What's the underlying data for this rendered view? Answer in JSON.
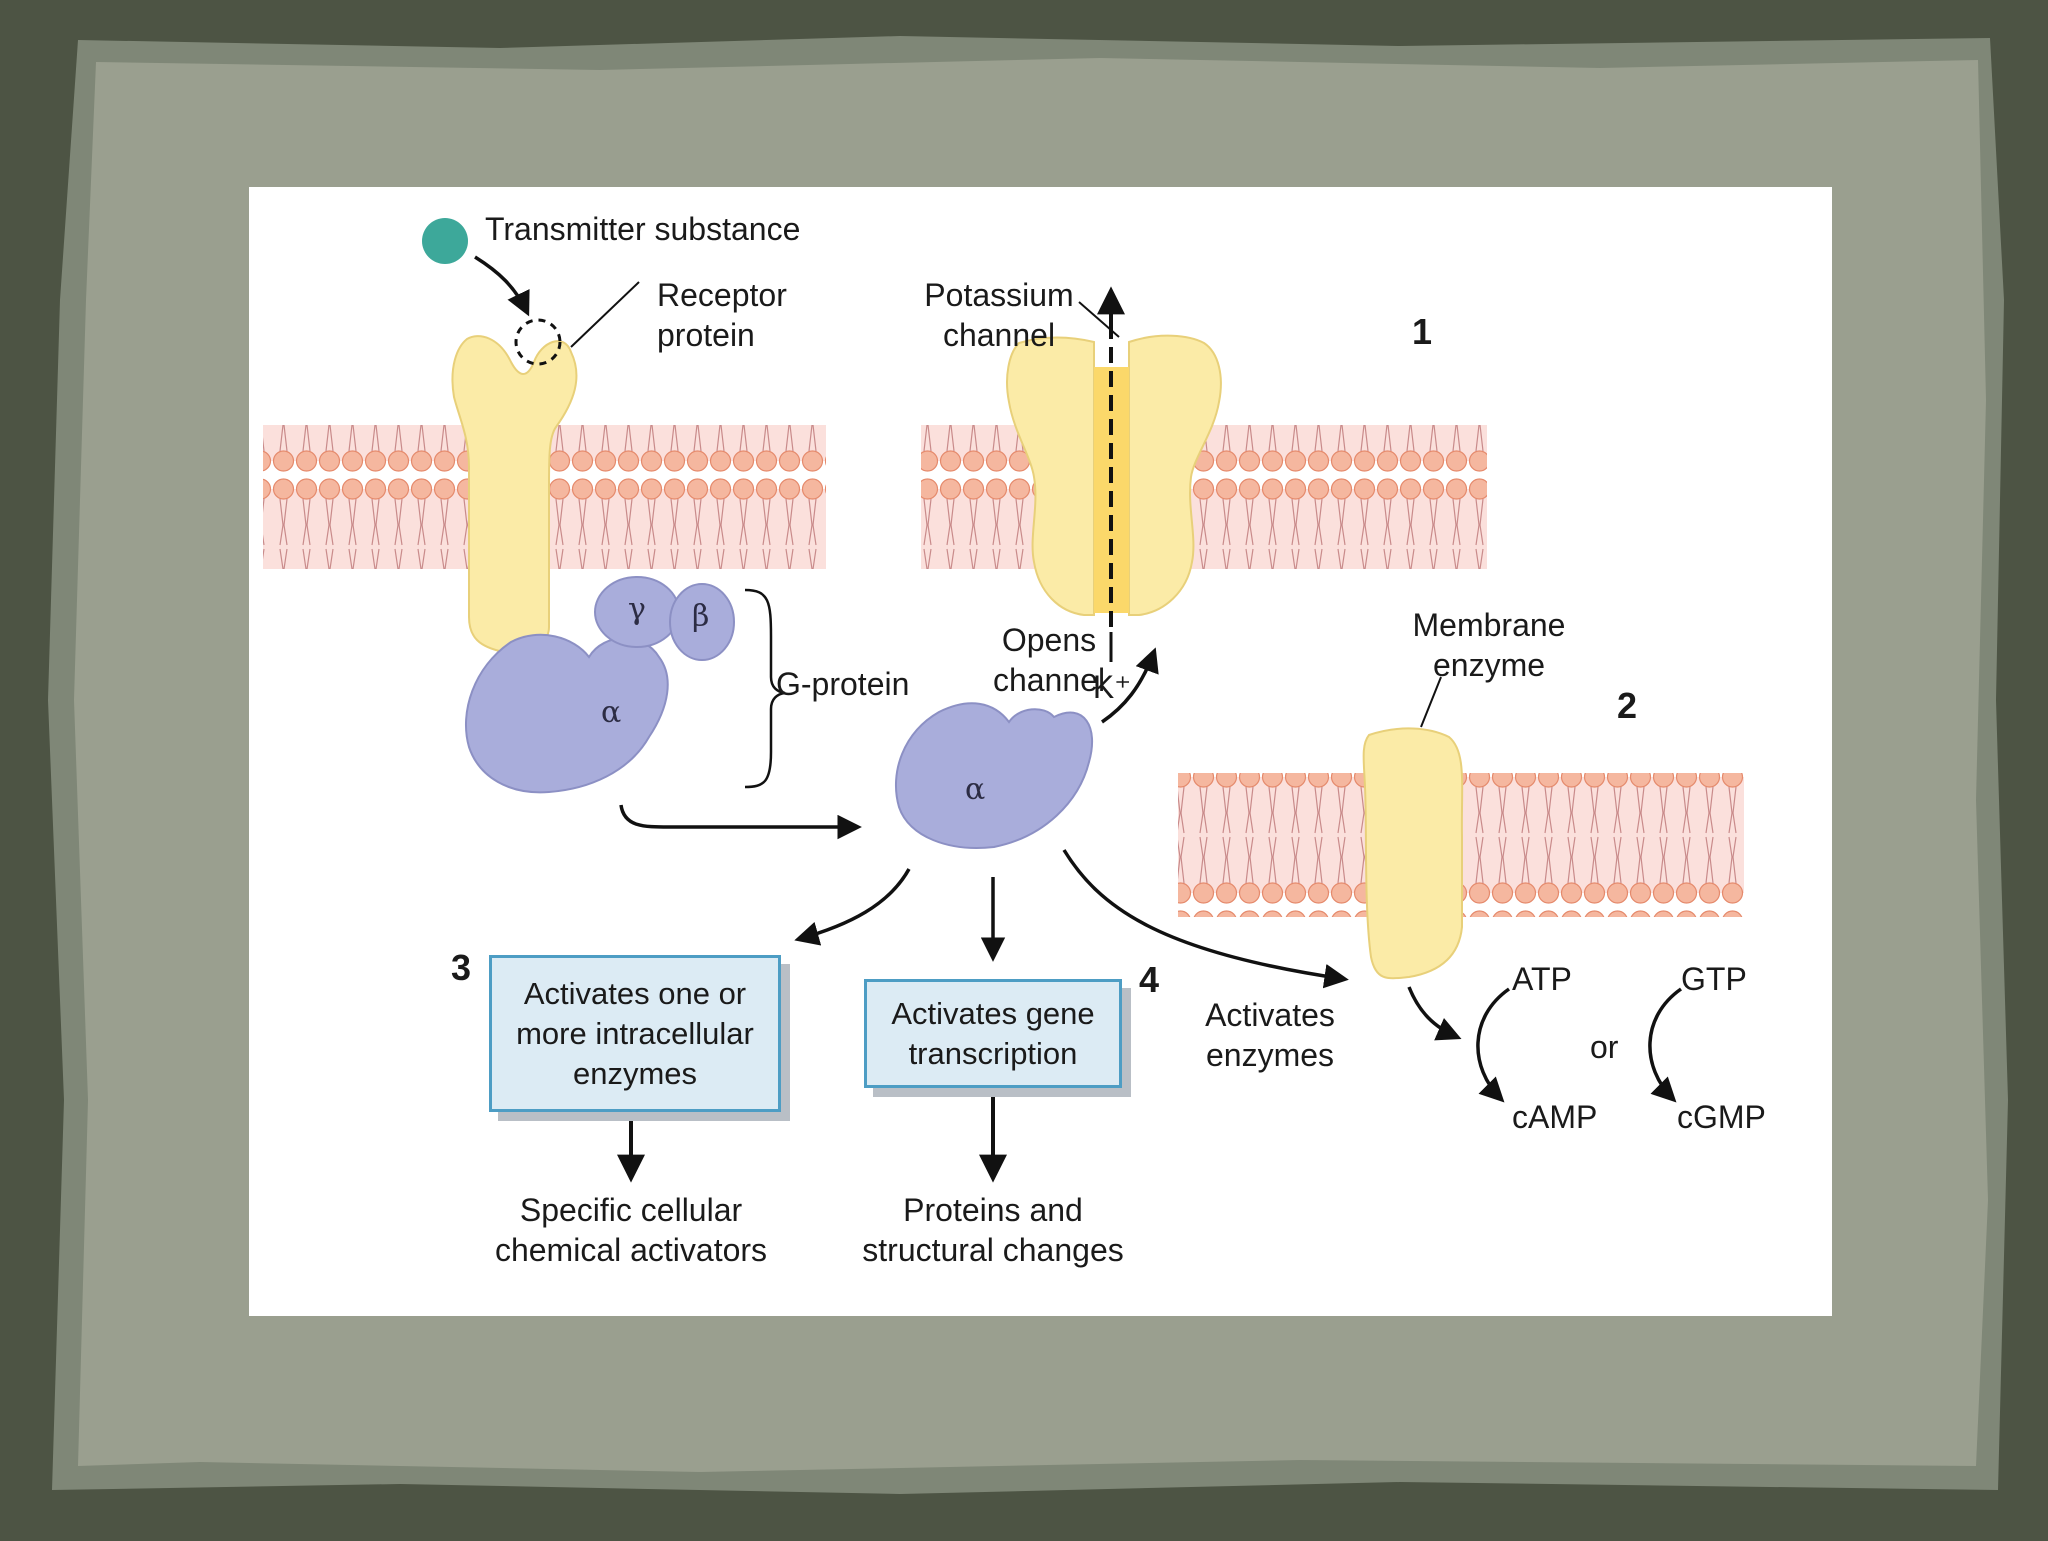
{
  "labels": {
    "transmitter": "Transmitter substance",
    "receptor": "Receptor\nprotein",
    "potassium": "Potassium\nchannel",
    "membrane_enzyme": "Membrane\nenzyme",
    "g_protein": "G-protein",
    "opens_channel": "Opens\nchannel",
    "k_ion": "K⁺",
    "activates_enzymes": "Activates\nenzymes",
    "atp": "ATP",
    "gtp": "GTP",
    "or": "or",
    "camp": "cAMP",
    "cgmp": "cGMP",
    "specific": "Specific cellular\nchemical activators",
    "proteins": "Proteins and\nstructural changes"
  },
  "boxes": {
    "intracellular": "Activates one or\nmore intracellular\nenzymes",
    "gene": "Activates gene\ntranscription"
  },
  "numbers": {
    "n1": "1",
    "n2": "2",
    "n3": "3",
    "n4": "4"
  },
  "greek": {
    "alpha": "α",
    "beta": "β",
    "gamma": "γ"
  },
  "colors": {
    "protein_fill": "#fbeba7",
    "protein_stroke": "#e8d07a",
    "g_protein_fill": "#a9addb",
    "membrane_head": "#f5b79f",
    "membrane_core": "#fbe0dc",
    "transmitter": "#3da89a",
    "box_fill": "#dcebf4",
    "box_border": "#4d9dc4"
  }
}
